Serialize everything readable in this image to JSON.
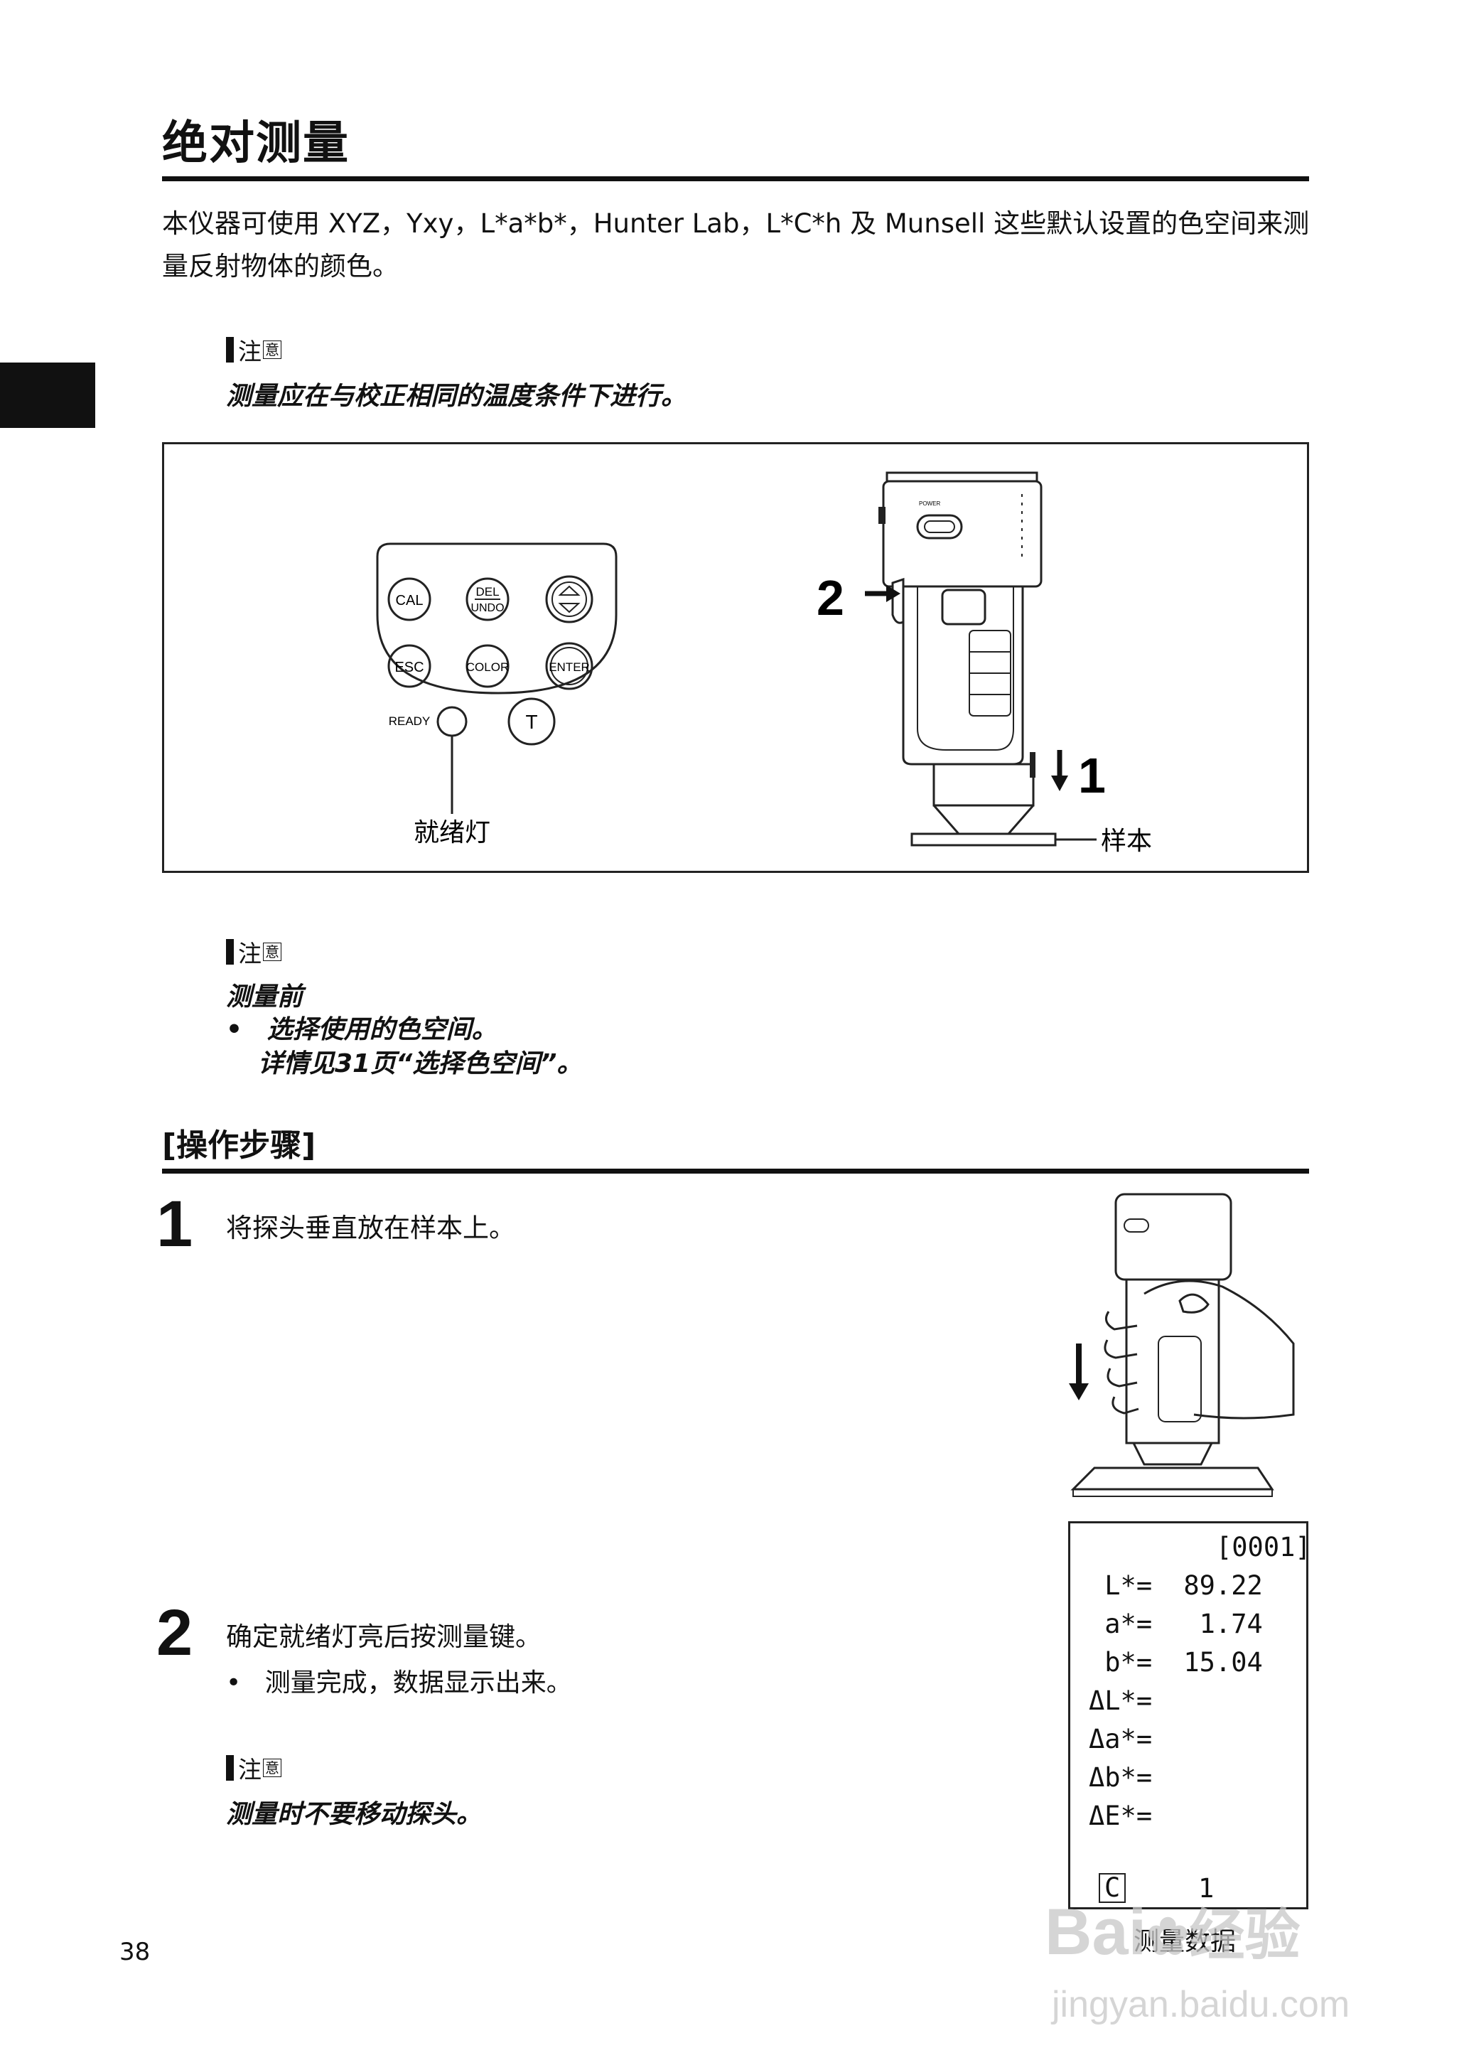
{
  "page": {
    "title": "绝对测量",
    "intro": "本仪器可使用 XYZ，Yxy，L*a*b*，Hunter Lab，L*C*h 及 Munsell 这些默认设置的色空间来测量反射物体的颜色。",
    "page_number": "38"
  },
  "note1": {
    "label": "注",
    "label_small": "意",
    "text": "测量应在与校正相同的温度条件下进行。"
  },
  "figure": {
    "keys": {
      "cal": "CAL",
      "del_top": "DEL",
      "del_bottom": "UNDO",
      "esc": "ESC",
      "color": "COLOR",
      "enter": "ENTER",
      "ready": "READY",
      "t": "T"
    },
    "ready_callout": "就绪灯",
    "sample_callout": "样本",
    "arrow_label_2": "2",
    "arrow_label_1": "1",
    "power_label": "POWER"
  },
  "note2": {
    "label": "注",
    "label_small": "意",
    "heading": "测量前",
    "bullet": "选择使用的色空间。",
    "detail": "详情见31页“选择色空间”。"
  },
  "procedure": {
    "title": "[操作步骤]",
    "step1": {
      "num": "1",
      "text": "将探头垂直放在样本上。"
    },
    "step2": {
      "num": "2",
      "text": "确定就绪灯亮后按测量键。",
      "bullet": "测量完成，数据显示出来。"
    }
  },
  "note3": {
    "label": "注",
    "label_small": "意",
    "text": "测量时不要移动探头。"
  },
  "display": {
    "header": "[0001]",
    "rows": [
      {
        "label": " L*=",
        "value": " 89.22"
      },
      {
        "label": " a*=",
        "value": "  1.74"
      },
      {
        "label": " b*=",
        "value": " 15.04"
      },
      {
        "label": "ΔL*=",
        "value": ""
      },
      {
        "label": "Δa*=",
        "value": ""
      },
      {
        "label": "Δb*=",
        "value": ""
      },
      {
        "label": "ΔE*=",
        "value": ""
      }
    ],
    "footer_left": "C",
    "footer_right": "1",
    "caption": "测量数据"
  },
  "watermark": {
    "logo": "Bai",
    "logo_suffix": "经验",
    "url": "jingyan.baidu.com"
  }
}
